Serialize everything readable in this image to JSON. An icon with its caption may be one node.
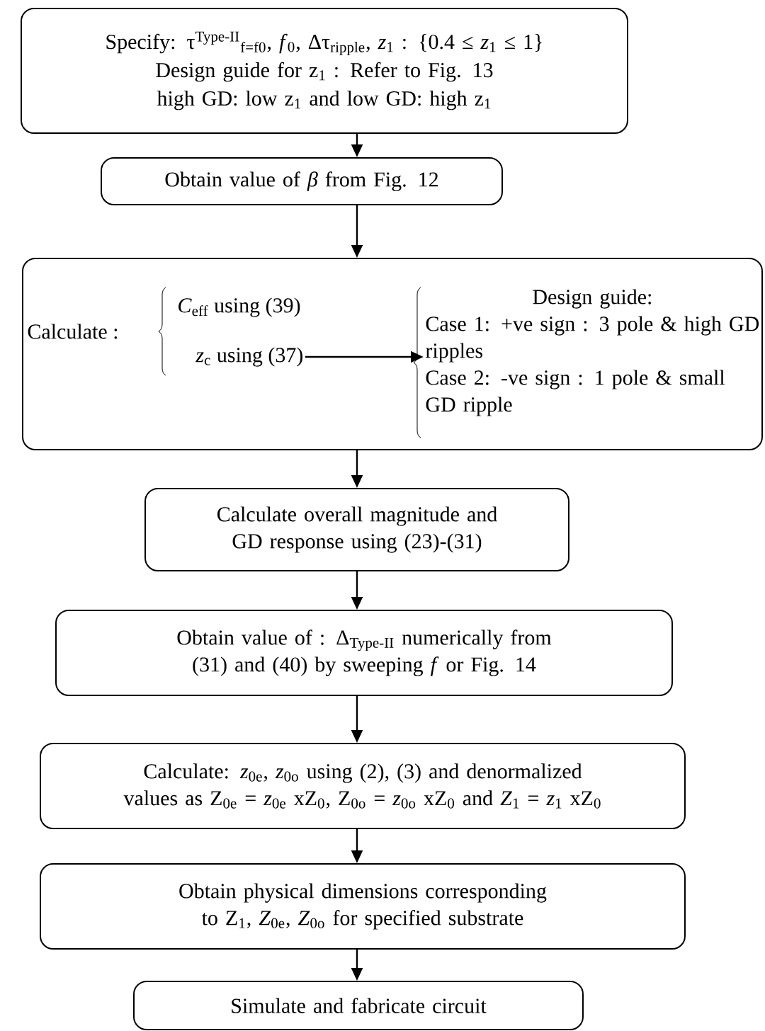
{
  "diagram": {
    "nodes": [
      {
        "text": [
          "Specify: τ$^{Type-II}$$_{f=f0}$, *f*$_{0}$, Δτ$_{ripple}$, *z*$_{1}$ : {0.4 ≤ *z*$_{1}$ ≤ 1}",
          "Design guide for z$_{1}$ : Refer to Fig. 13",
          "high GD: low z$_{1}$ and low GD: high z$_{1}$"
        ]
      },
      {
        "text": [
          "Obtain value of *β* from Fig. 12"
        ]
      },
      {
        "text": [
          "Calculate :",
          "*C*$_{eff}$ using (39)"
        ]
      },
      {
        "text": [
          "*z*$_{c}$ using (37)"
        ],
        "in": 2
      },
      {
        "text": [
          "Design guide:",
          "Case 1: +ve sign : 3 pole & high GD ripples",
          "Case 2: -ve sign : 1 pole & small GD ripple"
        ],
        "in": 2
      },
      {
        "text": [
          "Calculate overall magnitude and GD response using (23)-(31)"
        ]
      },
      {
        "text": [
          "Obtain value of : Δ$_{Type-II}$ numerically from (31) and (40) by sweeping *f* or Fig. 14"
        ]
      },
      {
        "text": [
          "Calculate: *z*$_{0e}$, *z*$_{0o}$ using (2), (3) and denormalized values as Z$_{0e}$ = *z*$_{0e}$ xZ$_{0}$, Z$_{0o}$ = *z*$_{0o}$ xZ$_{0}$ and *Z*$_{1}$ = *z*$_{1}$ xZ$_{0}$"
        ]
      },
      {
        "text": [
          "Obtain physical dimensions corresponding to Z$_{1}$, *Z*$_{0e}$, *Z*$_{0o}$ for specified substrate"
        ]
      },
      {
        "text": [
          "Simulate and fabricate circuit"
        ]
      }
    ],
    "edges": [
      {
        "from": 0,
        "to": 1,
        "arrow": "to"
      },
      {
        "from": 1,
        "to": 2,
        "arrow": "to"
      },
      {
        "from": 3,
        "to": 4,
        "arrow": "to"
      },
      {
        "from": 2,
        "to": 5,
        "arrow": "to"
      },
      {
        "from": 5,
        "to": 6,
        "arrow": "to"
      },
      {
        "from": 6,
        "to": 7,
        "arrow": "to"
      },
      {
        "from": 7,
        "to": 8,
        "arrow": "to"
      },
      {
        "from": 8,
        "to": 9,
        "arrow": "to"
      }
    ]
  }
}
